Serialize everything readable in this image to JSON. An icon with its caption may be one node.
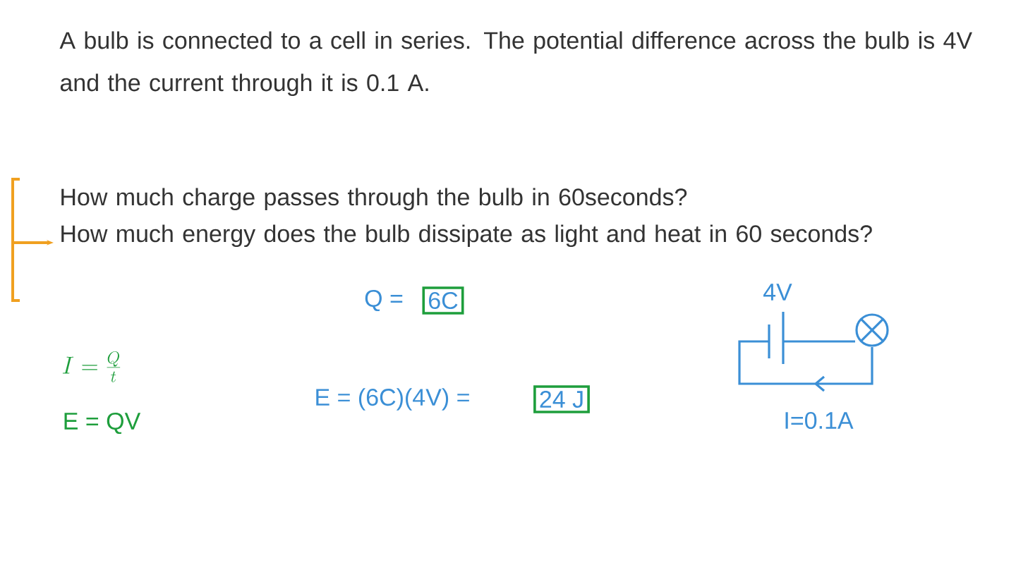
{
  "diagram": {
    "nodes": [
      {
        "text": [
          "6C"
        ]
      },
      {
        "text": [
          "24 J"
        ]
      }
    ],
    "labels": [
      "A bulb is connected to a cell in series. The potential difference across the bulb is 4V and the current through it is 0.1 A.",
      "How much charge passes through the bulb in 60seconds?",
      "How much energy does the bulb dissipate as light and heat in 60 seconds?",
      "Q =",
      "I = \\frac{Q}{t}",
      "E = QV",
      "E = (6C)(4V) =",
      "4V",
      "I=0.1A"
    ]
  }
}
